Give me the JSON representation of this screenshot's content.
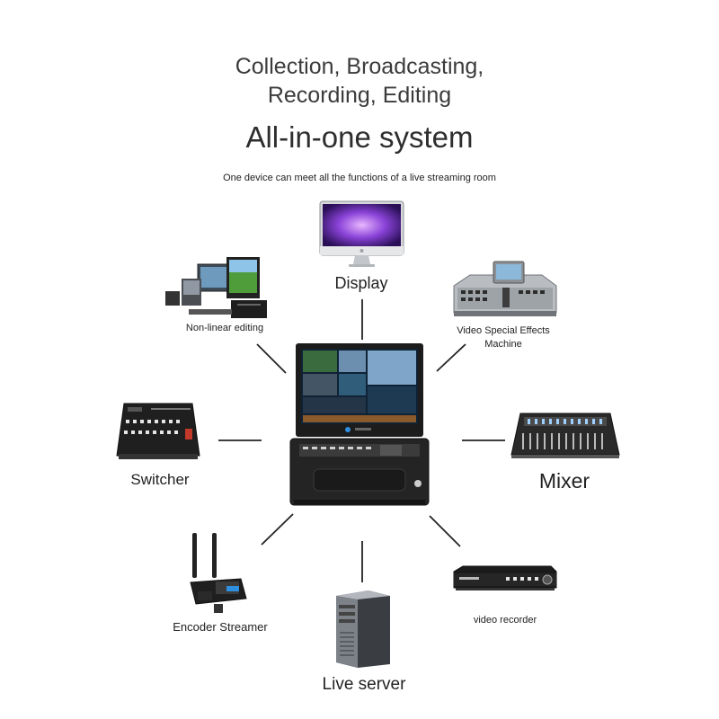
{
  "header": {
    "line1": "Collection, Broadcasting,",
    "line2": "Recording, Editing",
    "title": "All-in-one system",
    "subtitle": "One device can meet all the functions of a live streaming room"
  },
  "nodes": {
    "display": "Display",
    "nonlinear_editing": "Non-linear editing",
    "video_effects_line1": "Video Special Effects",
    "video_effects_line2": "Machine",
    "switcher": "Switcher",
    "mixer": "Mixer",
    "encoder_streamer": "Encoder Streamer",
    "video_recorder": "video recorder",
    "live_server": "Live server"
  },
  "colors": {
    "device_dark": "#2a2a2a",
    "device_metal": "#9aa0a6",
    "screen_purple": "#7a3fd1",
    "accent_blue": "#2f8fe0"
  }
}
